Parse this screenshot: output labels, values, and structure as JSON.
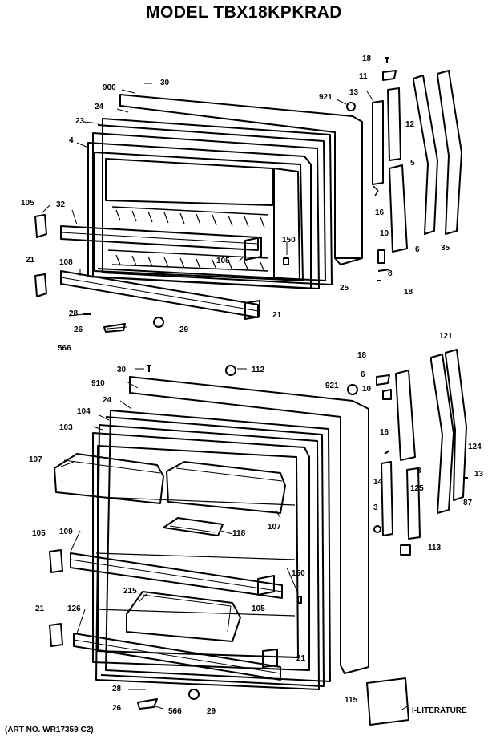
{
  "title": "MODEL TBX18KPKRAD",
  "art_no": "(ART NO. WR17359 C2)",
  "freezer_labels": [
    "18",
    "11",
    "900",
    "30",
    "921",
    "13",
    "12",
    "24",
    "23",
    "4",
    "5",
    "16",
    "105",
    "32",
    "150",
    "10",
    "21",
    "108",
    "105",
    "8",
    "25",
    "18",
    "6",
    "35",
    "28",
    "21",
    "26",
    "29",
    "566"
  ],
  "fresh_food_labels": [
    "30",
    "112",
    "910",
    "18",
    "6",
    "121",
    "24",
    "921",
    "10",
    "104",
    "103",
    "16",
    "107",
    "3",
    "124",
    "14",
    "125",
    "13",
    "87",
    "118",
    "107",
    "3",
    "105",
    "109",
    "113",
    "150",
    "215",
    "105",
    "21",
    "126",
    "21",
    "115",
    "28",
    "26",
    "566",
    "29"
  ],
  "literature_label": "I-LITERATURE",
  "colors": {
    "ink": "#000000",
    "paper": "#ffffff"
  }
}
